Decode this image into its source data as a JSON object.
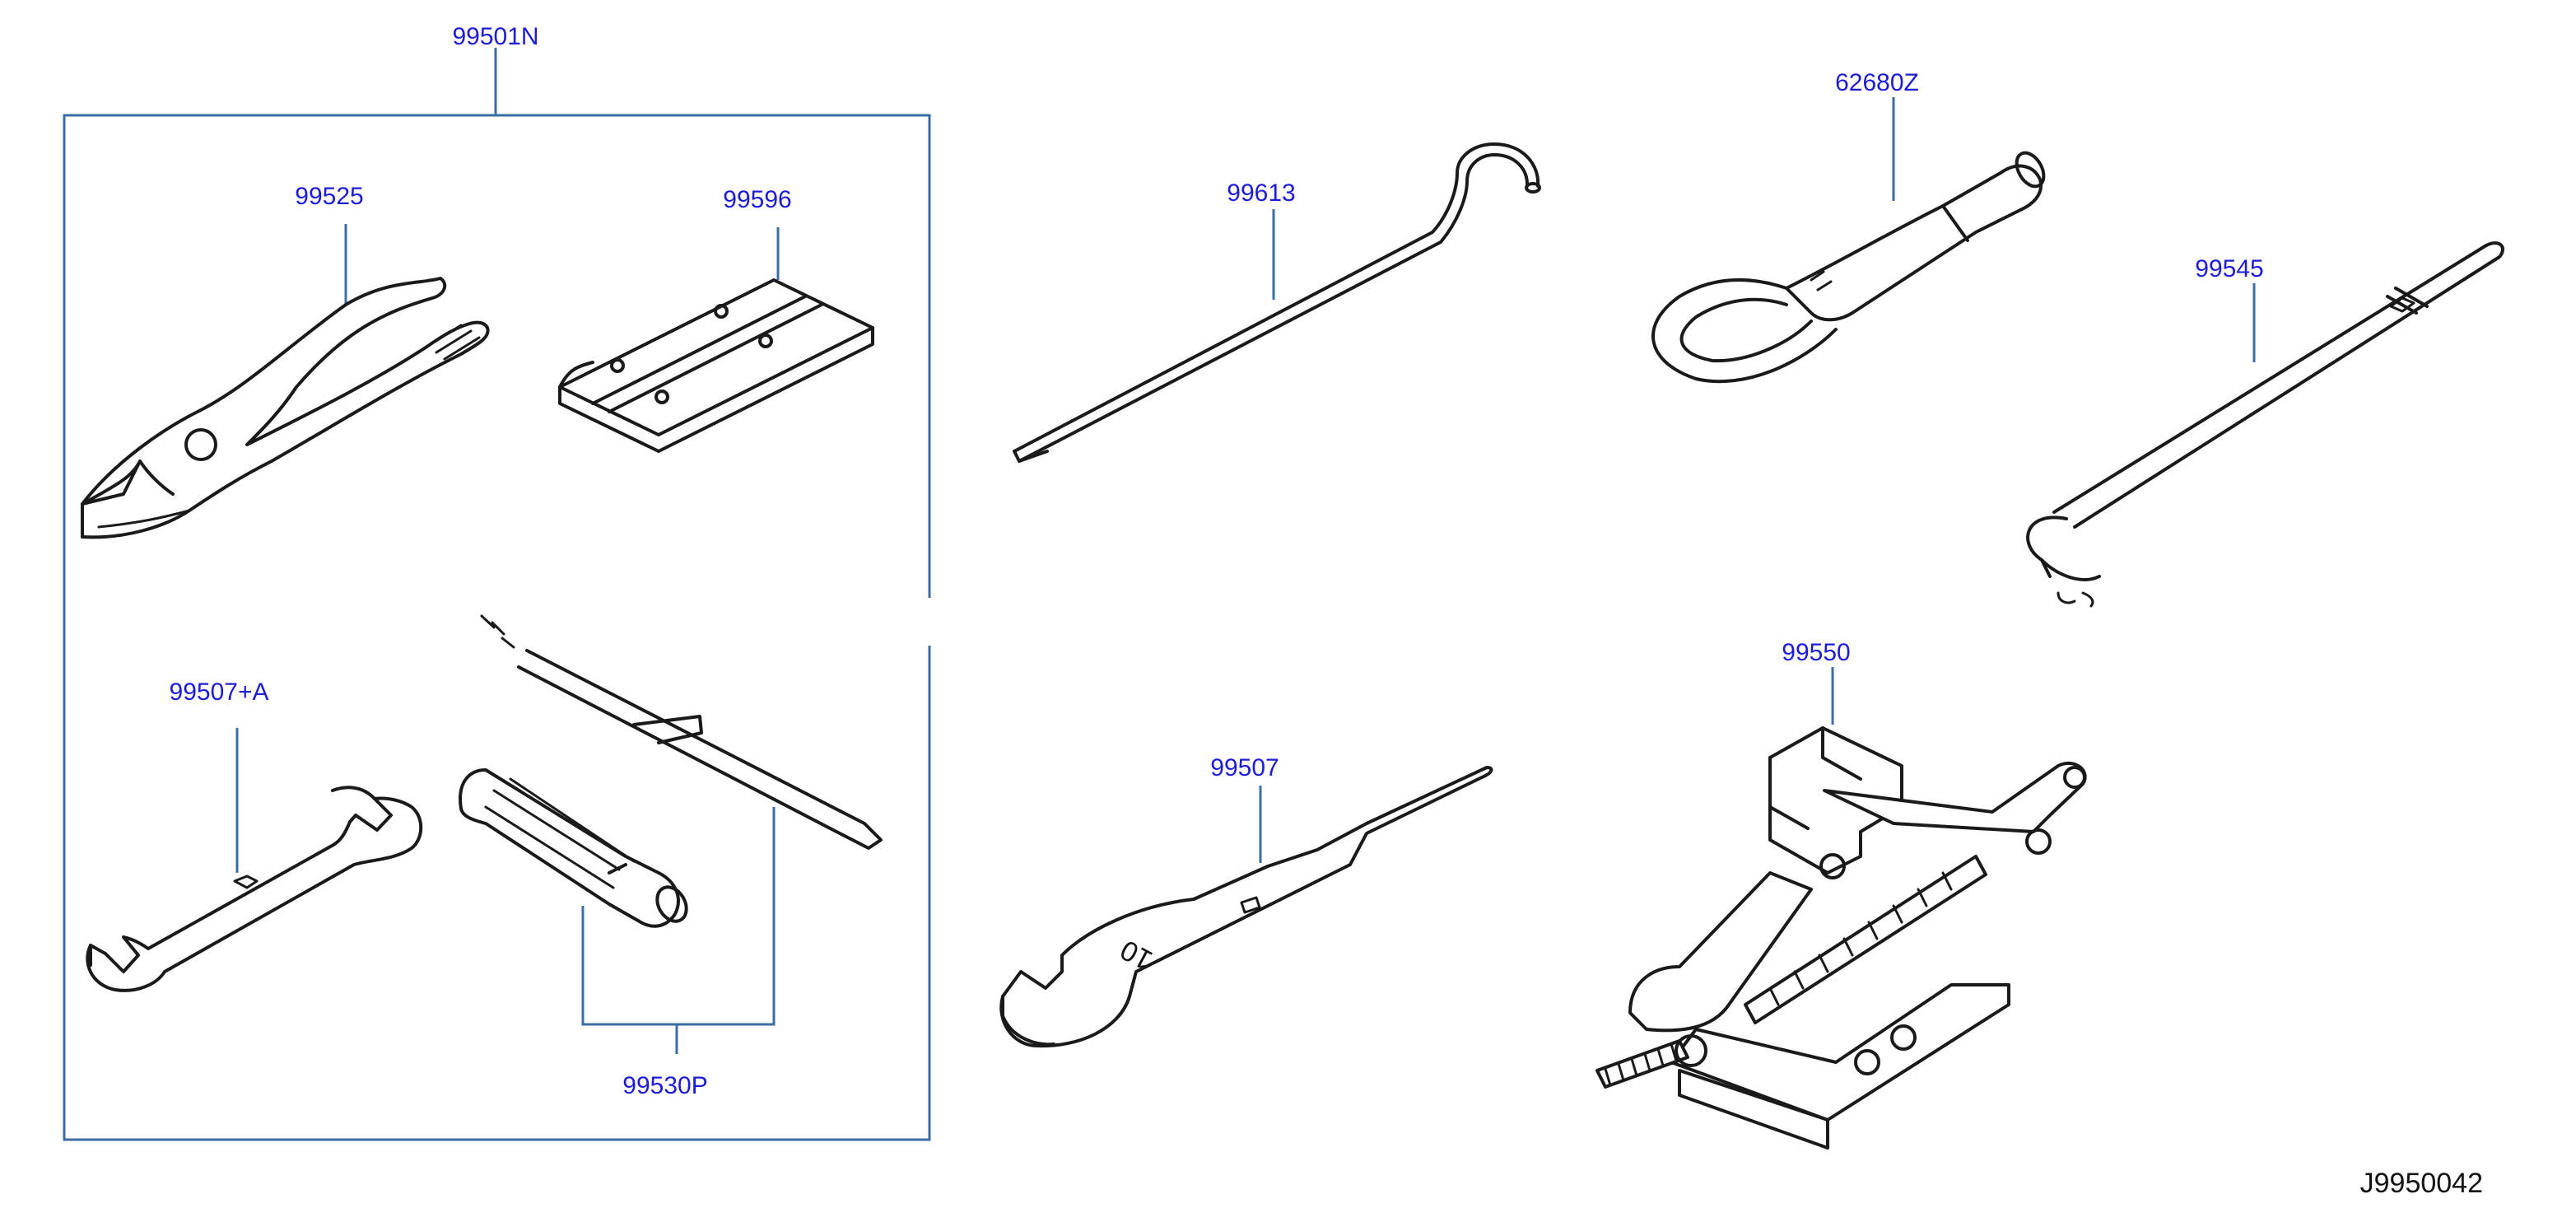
{
  "colors": {
    "label": "#1c1cd6",
    "leader": "#3b6ea5",
    "ink": "#1a1a1a"
  },
  "labels": {
    "kit": "99501N",
    "pliers": "99525",
    "plate": "99596",
    "wrench_small": "99507+A",
    "screwdriver": "99530P",
    "hook_rod": "99613",
    "wrench_large": "99507",
    "tow_hook": "62680Z",
    "lug_wrench": "99545",
    "jack": "99550"
  },
  "wrench_size_mark": "10",
  "diagram_code": "J9950042"
}
